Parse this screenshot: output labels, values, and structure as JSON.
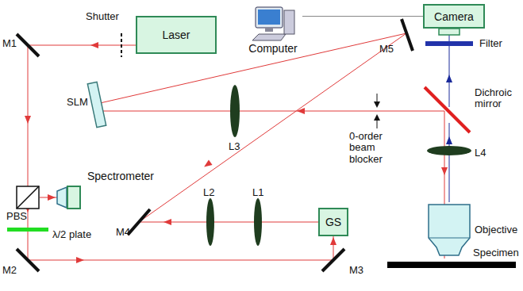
{
  "diagram": {
    "nodes": [
      {
        "text": [
          "Laser"
        ]
      },
      {
        "text": [
          "Computer"
        ]
      },
      {
        "text": [
          "Camera"
        ]
      },
      {
        "text": [
          "Spectrometer"
        ]
      },
      {
        "text": [
          "GS"
        ]
      }
    ],
    "edges": [
      {
        "from": 1,
        "to": 2,
        "arrow": "none"
      }
    ],
    "labels": [
      "Shutter",
      "M1",
      "M5",
      "SLM",
      "L3",
      "0-order beam blocker",
      "Dichroic mirror",
      "Filter",
      "L4",
      "Objective",
      "Specimen",
      "PBS",
      "λ/2 plate",
      "M2",
      "M3",
      "M4",
      "L2",
      "L1"
    ]
  }
}
